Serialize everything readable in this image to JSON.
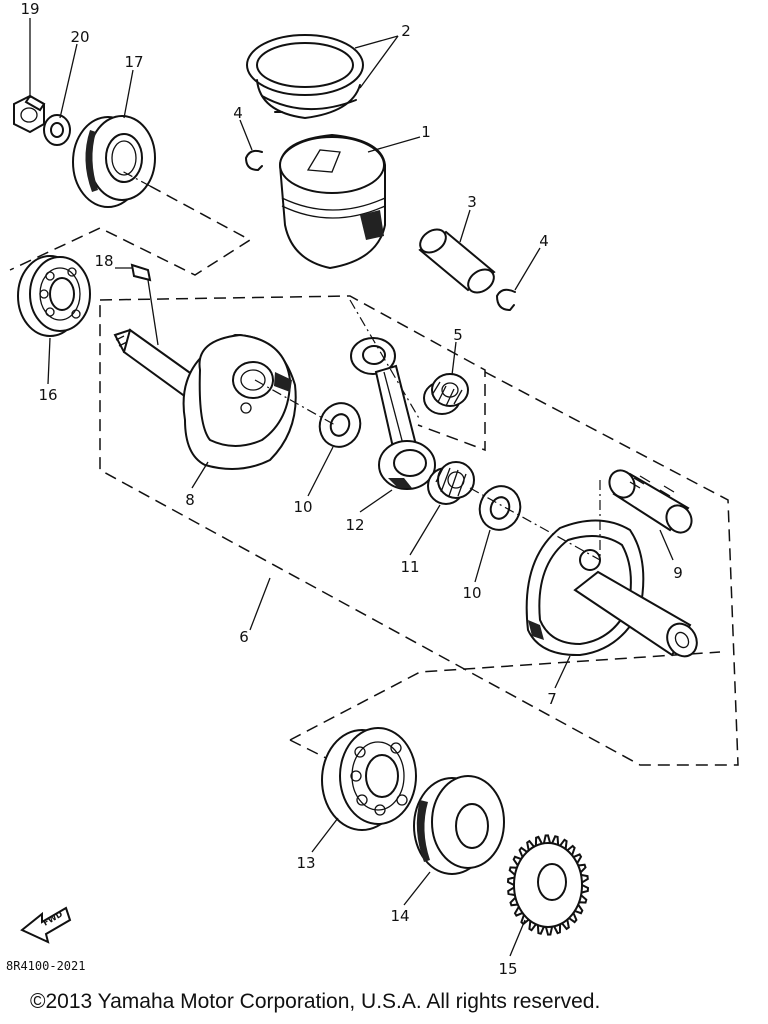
{
  "diagram": {
    "callouts": {
      "c1": "1",
      "c2": "2",
      "c3": "3",
      "c4a": "4",
      "c4b": "4",
      "c5": "5",
      "c6": "6",
      "c7": "7",
      "c8": "8",
      "c9": "9",
      "c10a": "10",
      "c10b": "10",
      "c11": "11",
      "c12": "12",
      "c13": "13",
      "c14": "14",
      "c15": "15",
      "c16": "16",
      "c17": "17",
      "c18": "18",
      "c19": "19",
      "c20": "20"
    },
    "fwd_label": "FWD",
    "drawing_code": "8R4100-2021",
    "copyright": "©2013 Yamaha Motor Corporation, U.S.A. All rights reserved."
  }
}
